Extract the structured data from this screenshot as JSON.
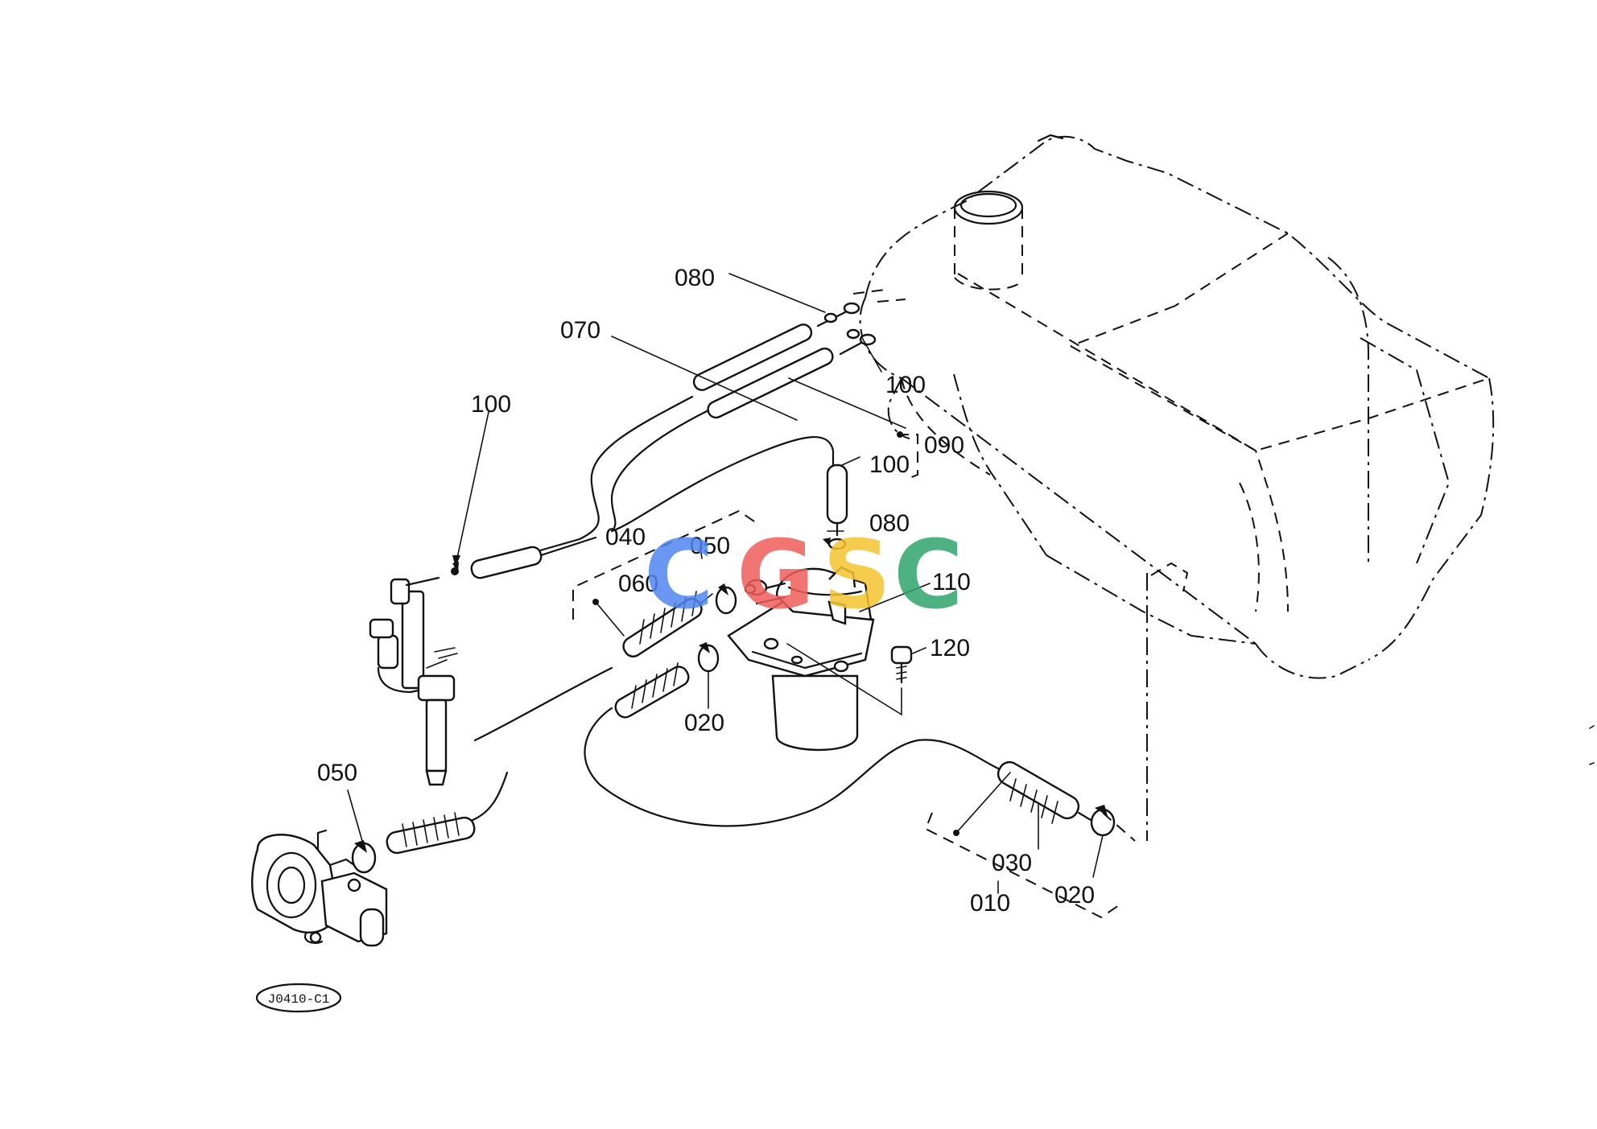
{
  "diagram": {
    "drawing_code": "J0410-C1",
    "callouts": {
      "c_080_top": "080",
      "c_070": "070",
      "c_100_tank": "100",
      "c_100_left": "100",
      "c_090": "090",
      "c_100_mid": "100",
      "c_080_mid": "080",
      "c_040": "040",
      "c_050_mid": "050",
      "c_060": "060",
      "c_110": "110",
      "c_120": "120",
      "c_020_mid": "020",
      "c_050_left": "050",
      "c_030": "030",
      "c_020_right": "020",
      "c_010": "010"
    },
    "watermark": {
      "letters": [
        "C",
        "G",
        "S",
        "C"
      ],
      "colors": [
        "#4f86ef",
        "#ef5e5a",
        "#f5c431",
        "#30a46c"
      ]
    }
  }
}
